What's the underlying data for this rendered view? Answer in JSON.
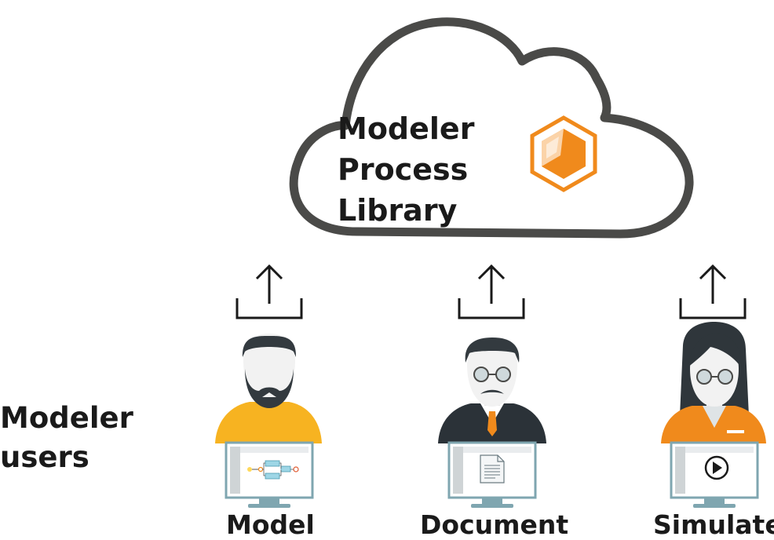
{
  "cloud": {
    "line1": "Modeler",
    "line2": "Process",
    "line3": "Library",
    "outline_color": "#4a4a48",
    "logo_icon": "cube-logo-icon",
    "logo_color": "#f08a1c"
  },
  "users_label": {
    "line1": "Modeler",
    "line2": "users"
  },
  "users": [
    {
      "label": "Model",
      "shirt_color": "#f7b321",
      "screen_icon": "process-diagram-icon"
    },
    {
      "label": "Document",
      "shirt_color": "#2b3238",
      "screen_icon": "document-icon"
    },
    {
      "label": "Simulate",
      "shirt_color": "#f08a1c",
      "screen_icon": "play-icon"
    }
  ],
  "upload_icon": "upload-arrow-icon"
}
